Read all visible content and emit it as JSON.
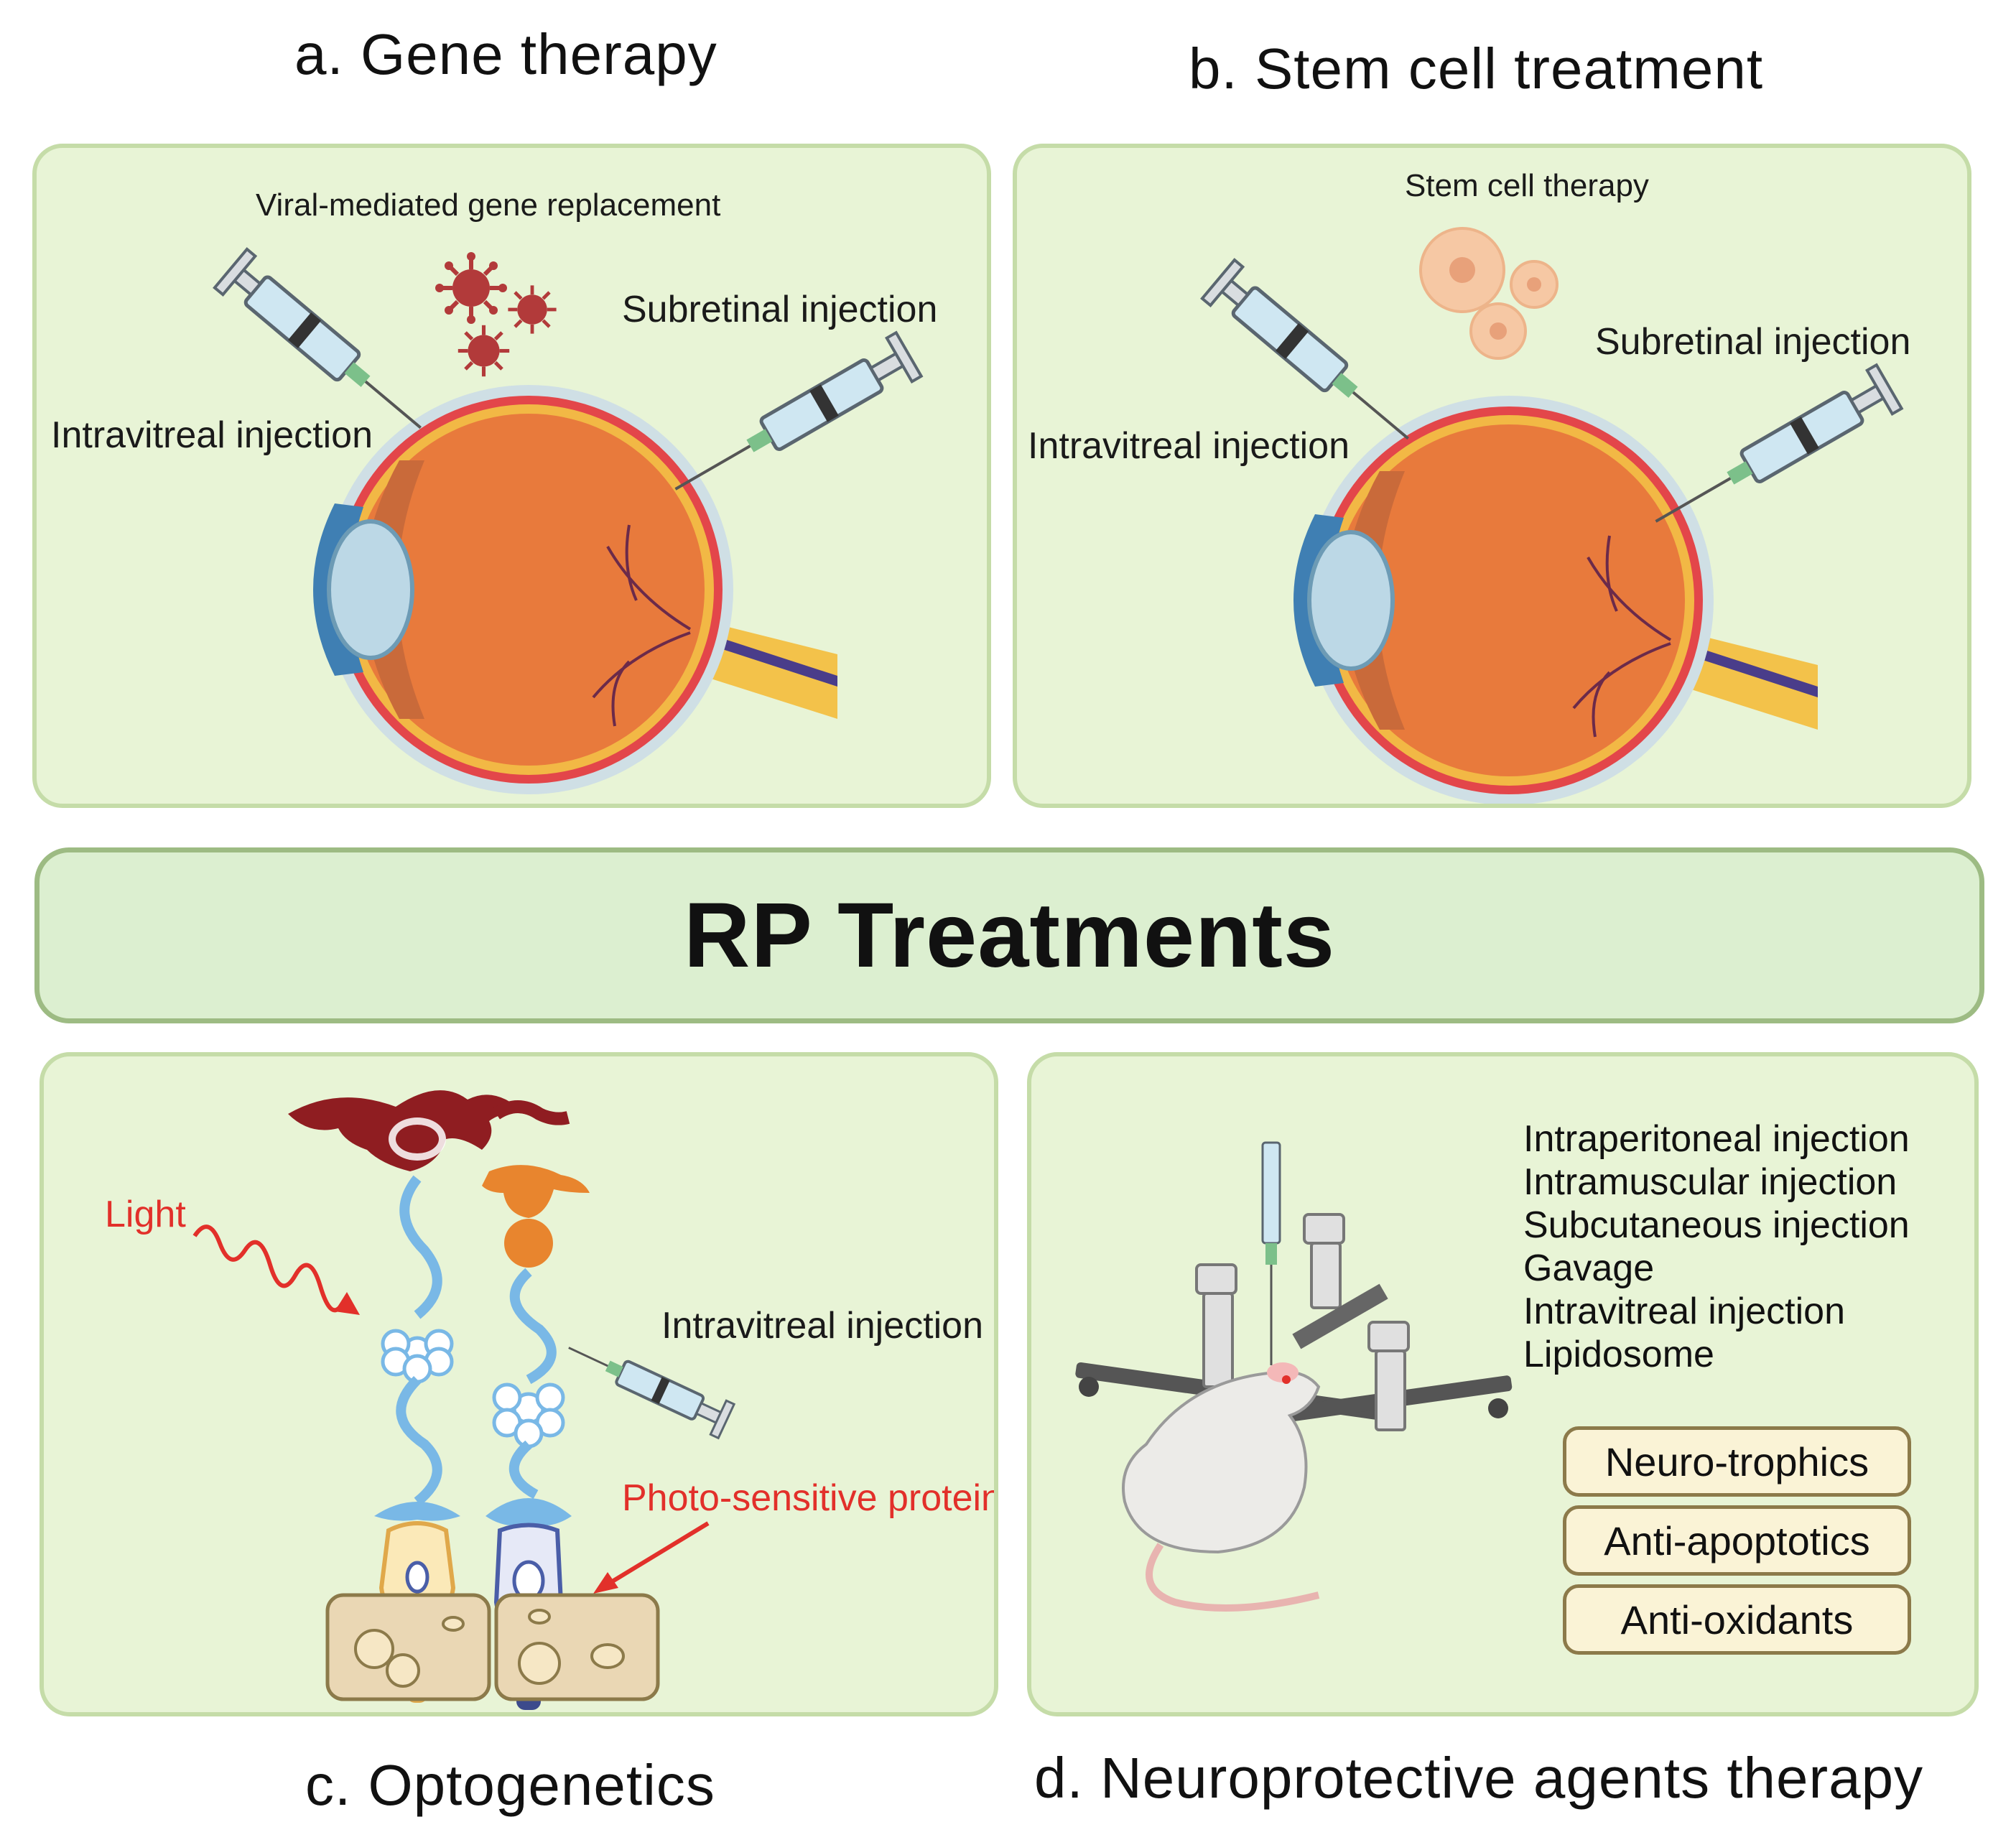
{
  "panels": {
    "a": {
      "title": "a. Gene therapy",
      "header": "Viral-mediated gene replacement",
      "left_label": "Intravitreal injection",
      "right_label": "Subretinal injection"
    },
    "b": {
      "title": "b. Stem cell treatment",
      "header": "Stem cell therapy",
      "left_label": "Intravitreal injection",
      "right_label": "Subretinal injection"
    },
    "c": {
      "title": "c. Optogenetics",
      "light_label": "Light",
      "injection_label": "Intravitreal injection",
      "protein_label": "Photo-sensitive protein"
    },
    "d": {
      "title": "d. Neuroprotective agents therapy",
      "routes": [
        "Intraperitoneal injection",
        "Intramuscular injection",
        "Subcutaneous injection",
        "Gavage",
        "Intravitreal injection",
        "Lipidosome"
      ],
      "agents": [
        "Neuro-trophics",
        "Anti-apoptotics",
        "Anti-oxidants"
      ]
    }
  },
  "banner": {
    "text": "RP Treatments"
  },
  "colors": {
    "panel_fill": "#e8f4d6",
    "banner_fill": "#dcefd0",
    "eye_orange": "#e87a3c",
    "virus_red": "#b23a3a",
    "label_red": "#e2302a"
  }
}
